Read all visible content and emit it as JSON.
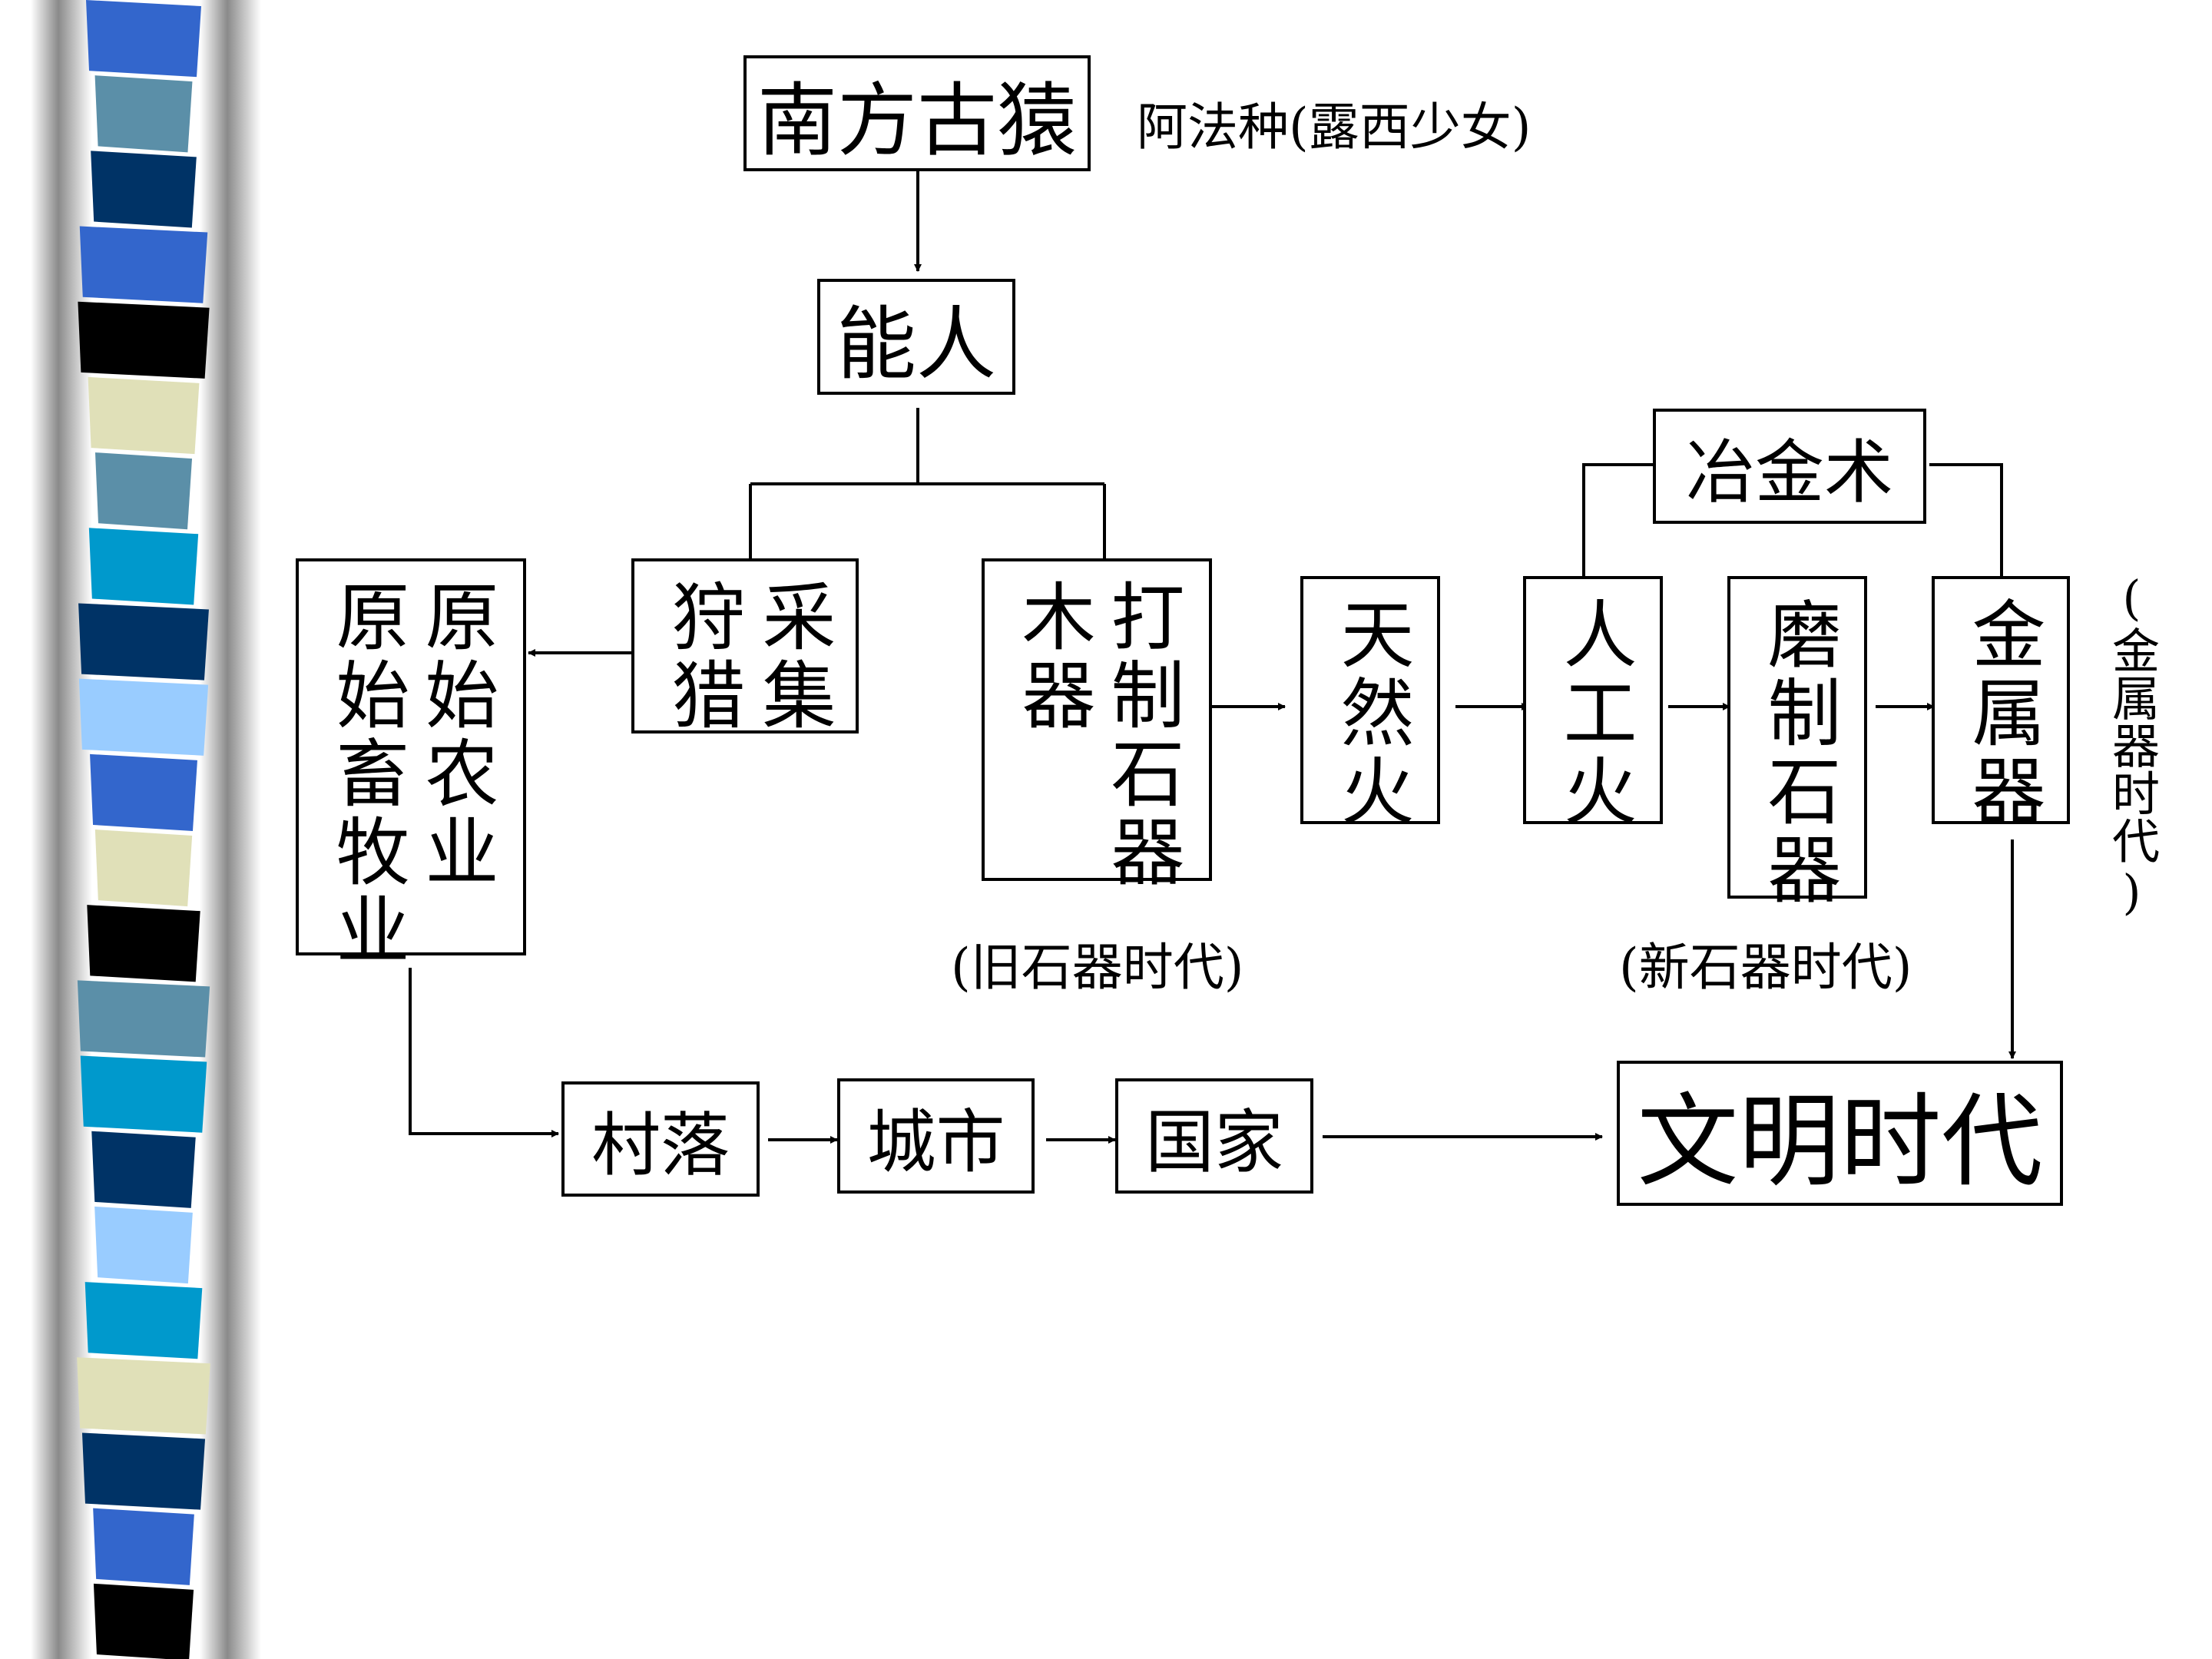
{
  "nodes": {
    "australopithecus": "南方古猿",
    "homo_habilis": "能人",
    "hunting": "狩猎",
    "gathering": "采集",
    "primitive_husbandry": "原始畜牧业",
    "primitive_agriculture": "原始农业",
    "wooden_tools": "木器",
    "chipped_stone_tools": "打制石器",
    "natural_fire": "天然火",
    "artificial_fire": "人工火",
    "metallurgy": "冶金术",
    "polished_stone_tools": "磨制石器",
    "metal_tools": "金属器",
    "village": "村落",
    "city": "城市",
    "state": "国家",
    "civilization_age": "文明时代"
  },
  "notes": {
    "afarensis": "阿法种(露西少女)",
    "paleolithic": "(旧石器时代)",
    "neolithic": "(新石器时代)",
    "metal_age": "(金属器时代)"
  },
  "colors": {
    "background": "#ffffff",
    "line": "#000000",
    "band": [
      "#3366cc",
      "#5b8fa8",
      "#003366",
      "#0099cc",
      "#000000",
      "#e0e0b8",
      "#99ccff"
    ]
  }
}
